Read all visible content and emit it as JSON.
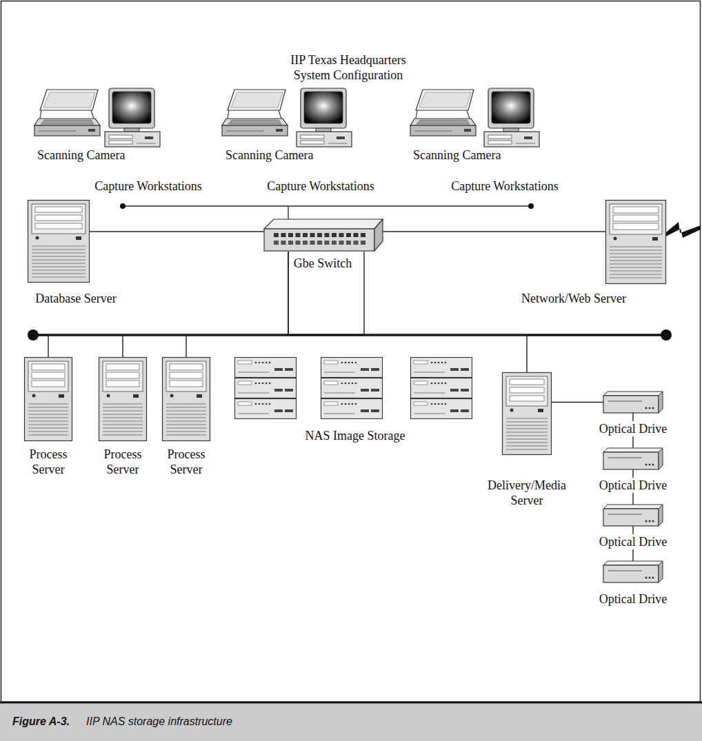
{
  "diagram": {
    "title": "IIP Texas Headquarters System Configuration",
    "caption": "IIP NAS storage infrastructure",
    "nodes": [
      {
        "text": [
          "Scanning Camera"
        ]
      },
      {
        "text": [
          "Capture Workstations"
        ]
      },
      {
        "text": [
          "Scanning Camera"
        ]
      },
      {
        "text": [
          "Capture Workstations"
        ]
      },
      {
        "text": [
          "Scanning Camera"
        ]
      },
      {
        "text": [
          "Capture Workstations"
        ]
      },
      {
        "text": [
          "Database Server"
        ]
      },
      {
        "text": [
          "Gbe Switch"
        ]
      },
      {
        "text": [
          "Network/Web Server"
        ]
      },
      {
        "text": [
          "Process Server"
        ]
      },
      {
        "text": [
          "Process Server"
        ]
      },
      {
        "text": [
          "Process Server"
        ]
      },
      {
        "text": [
          "NAS Image Storage"
        ]
      },
      {
        "text": [
          "Delivery/Media Server"
        ]
      },
      {
        "text": [
          "Optical Drive"
        ]
      },
      {
        "text": [
          "Optical Drive"
        ]
      },
      {
        "text": [
          "Optical Drive"
        ]
      },
      {
        "text": [
          "Optical Drive"
        ]
      }
    ],
    "edges": [
      {
        "from": 6,
        "to": 7,
        "arrow": "none"
      },
      {
        "from": 7,
        "to": 8,
        "arrow": "none"
      },
      {
        "from": 7,
        "to": 9,
        "arrow": "none"
      },
      {
        "from": 7,
        "to": 10,
        "arrow": "none"
      },
      {
        "from": 7,
        "to": 11,
        "arrow": "none"
      },
      {
        "from": 7,
        "to": 13,
        "arrow": "none"
      },
      {
        "from": 13,
        "to": 14,
        "arrow": "none"
      },
      {
        "from": 14,
        "to": 15,
        "arrow": "none"
      },
      {
        "from": 15,
        "to": 16,
        "arrow": "none"
      },
      {
        "from": 16,
        "to": 17,
        "arrow": "none"
      }
    ],
    "labels": [
      "Figure A-3."
    ]
  }
}
